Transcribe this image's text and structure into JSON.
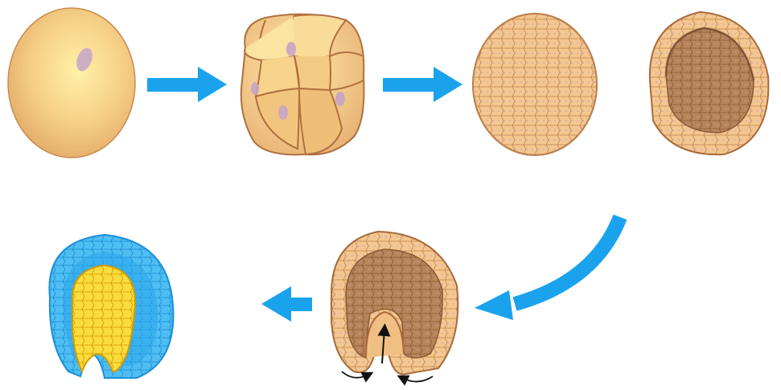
{
  "stages": [
    {
      "name": "zygote",
      "icon": "egg-cell-icon"
    },
    {
      "name": "eight-cell",
      "icon": "cleavage-cells-icon"
    },
    {
      "name": "morula",
      "icon": "morula-icon"
    },
    {
      "name": "blastula",
      "icon": "hollow-blastula-icon"
    },
    {
      "name": "early-gastrula",
      "icon": "invaginating-gastrula-icon"
    },
    {
      "name": "late-gastrula",
      "icon": "layered-gastrula-icon"
    }
  ],
  "arrows": [
    {
      "name": "arrow-zygote-to-eight-cell",
      "direction": "right"
    },
    {
      "name": "arrow-eight-cell-to-morula",
      "direction": "right"
    },
    {
      "name": "arrow-blastula-to-gastrula",
      "direction": "curved-down-left"
    },
    {
      "name": "arrow-gastrula-to-late-gastrula",
      "direction": "left"
    }
  ],
  "colors": {
    "arrow": "#1aa3ec",
    "cell_fill": "#f6c98e",
    "cell_edge": "#b67a45",
    "cavity": "#b8835a",
    "nucleus": "#c6a3c8",
    "ectoderm": "#3fb5f0",
    "ectoderm_dark": "#1b8fd6",
    "endoderm": "#f9d93a",
    "endoderm_edge": "#d9a600"
  }
}
